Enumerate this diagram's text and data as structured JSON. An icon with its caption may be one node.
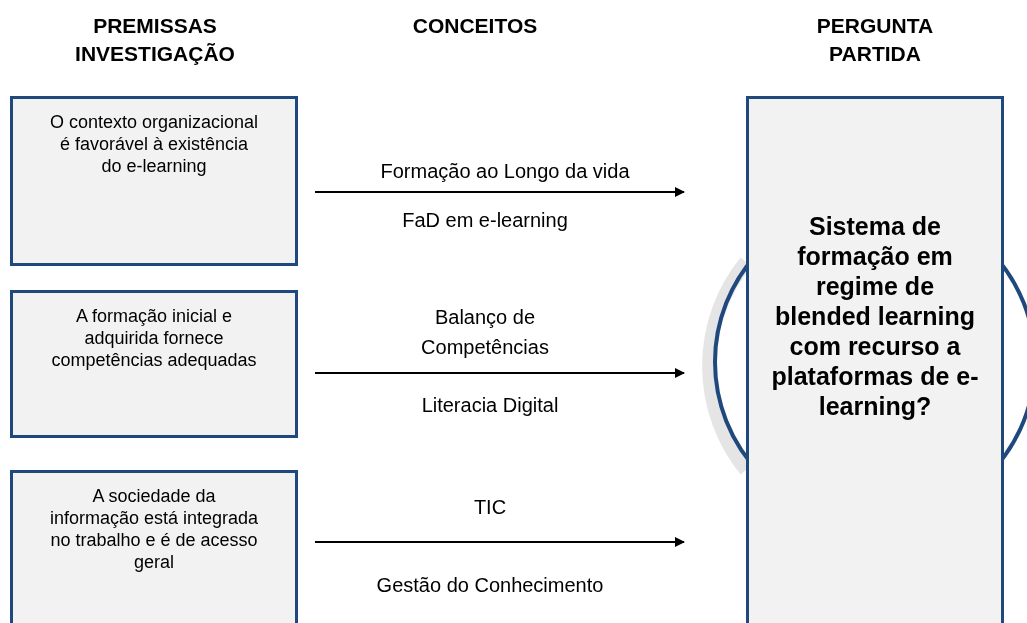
{
  "diagram": {
    "nodes": [
      {
        "text": [
          "O contexto organizacional é favorável à existência do e-learning"
        ]
      },
      {
        "text": [
          "A formação inicial e adquirida fornece competências adequadas"
        ]
      },
      {
        "text": [
          "A sociedade da informação está integrada no trabalho e é de acesso geral"
        ]
      },
      {
        "text": [
          "Sistema de formação em regime de blended learning com recurso a plataformas de e-learning?"
        ]
      }
    ],
    "edges": [
      {
        "from": 0,
        "to": 3,
        "arrow": "to"
      },
      {
        "from": 1,
        "to": 3,
        "arrow": "to"
      },
      {
        "from": 2,
        "to": 3,
        "arrow": "to"
      }
    ],
    "labels": [
      "PREMISSAS INVESTIGAÇÃO",
      "CONCEITOS",
      "PERGUNTA PARTIDA",
      "Formação ao Longo da vida",
      "FaD em e-learning",
      "Balanço de Competências",
      "Literacia Digital",
      "TIC",
      "Gestão do Conhecimento"
    ]
  }
}
